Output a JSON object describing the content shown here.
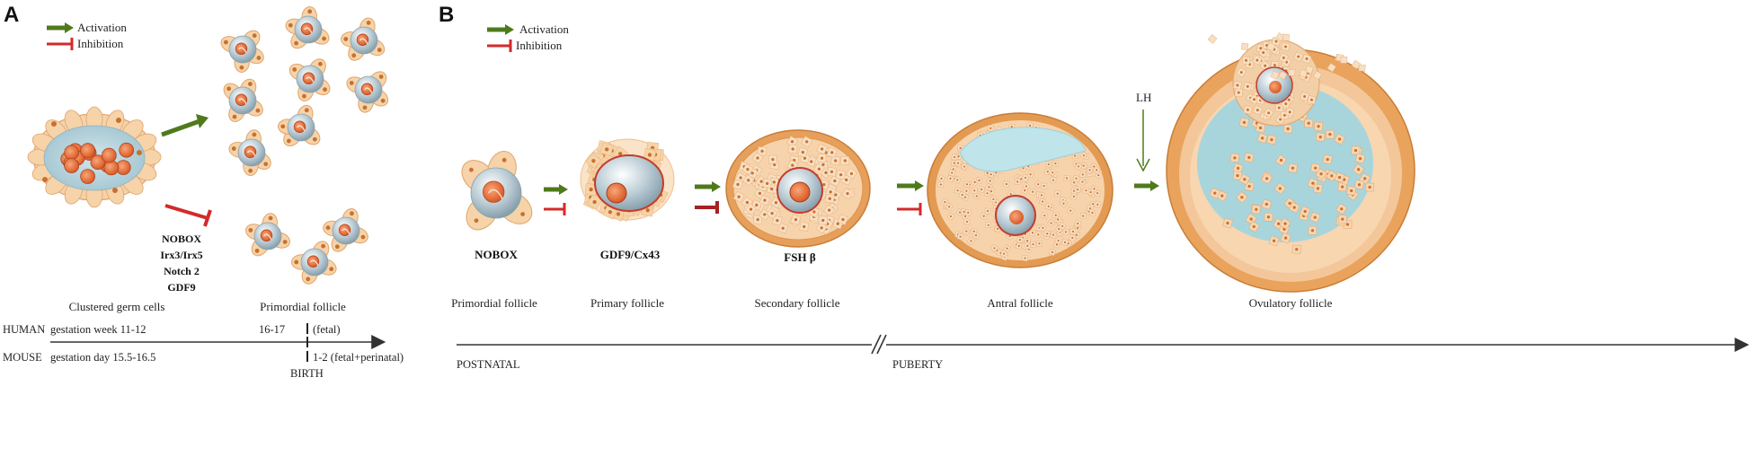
{
  "panel_a": {
    "letter": "A",
    "legend": {
      "activation": "Activation",
      "inhibition": "Inhibition"
    },
    "genes": [
      "NOBOX",
      "Irx3/Irx5",
      "Notch 2",
      "GDF9"
    ],
    "stage_labels": {
      "clustered": "Clustered germ cells",
      "primordial": "Primordial follicle"
    },
    "timeline": {
      "human_label": "HUMAN",
      "human_text": "gestation week  11-12",
      "human_right": "16-17",
      "human_note": "(fetal)",
      "mouse_label": "MOUSE",
      "mouse_text": "gestation day  15.5-16.5",
      "mouse_note": "1-2 (fetal+perinatal)",
      "birth": "BIRTH"
    }
  },
  "panel_b": {
    "letter": "B",
    "legend": {
      "activation": "Activation",
      "inhibition": "Inhibition"
    },
    "genes": [
      "NOBOX",
      "GDF9/Cx43",
      "FSH β"
    ],
    "hormone": "LH",
    "follicles": [
      "Primordial follicle",
      "Primary follicle",
      "Secondary follicle",
      "Antral follicle",
      "Ovulatory follicle"
    ],
    "timeline": {
      "left": "POSTNATAL",
      "right": "PUBERTY"
    }
  },
  "colors": {
    "activation": "#4f7a1c",
    "inhibition": "#d42a2a",
    "cell_fill": "#f6d3a8",
    "cell_stroke": "#e0a56c",
    "oocyte": "#9fb6c3",
    "nucleus": "#e36a33",
    "fluid": "#a8d5dc",
    "theca": "#e0934a"
  }
}
